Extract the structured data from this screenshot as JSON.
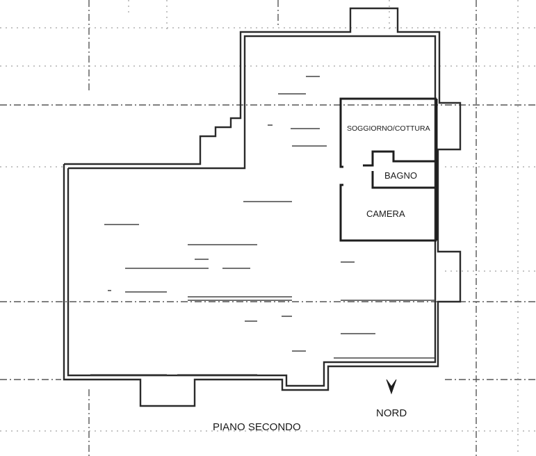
{
  "floor_title": "PIANO SECONDO",
  "north_label": "NORD",
  "rooms": {
    "living_kitchen": "SOGGIORNO/COTTURA",
    "bathroom": "BAGNO",
    "bedroom": "CAMERA"
  },
  "colors": {
    "background": "#ffffff",
    "ink": "#1e1e1e"
  }
}
